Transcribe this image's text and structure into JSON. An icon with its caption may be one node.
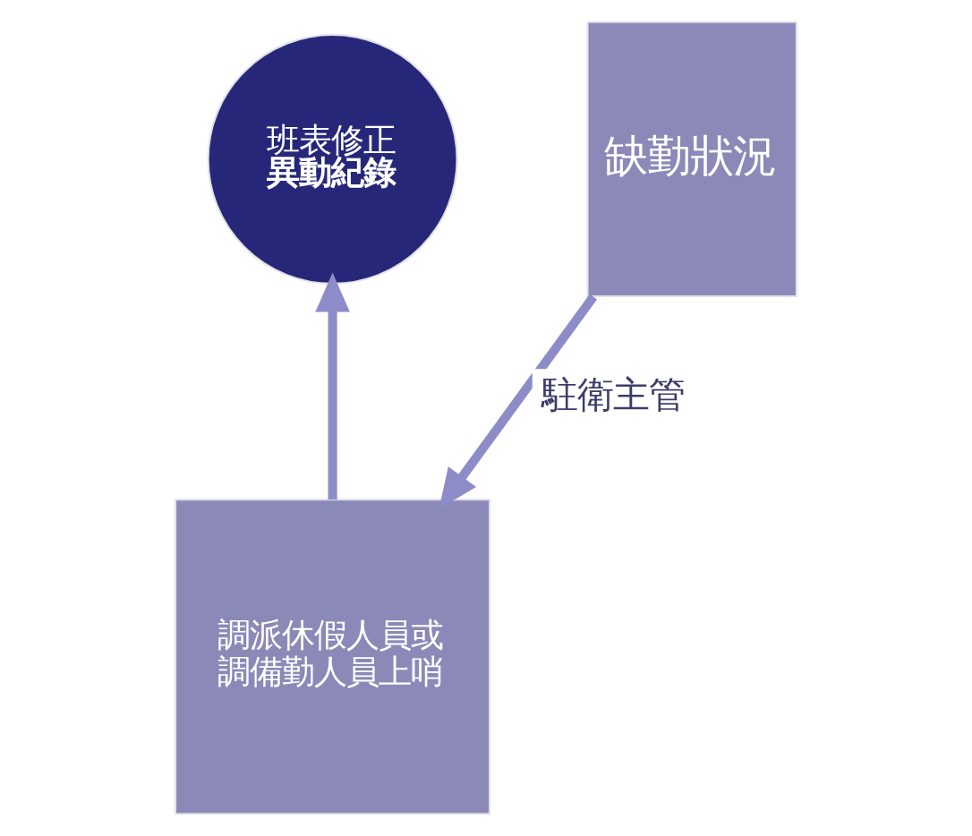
{
  "diagram": {
    "nodes": [
      {
        "text": [
          "班表修正",
          "異動紀錄"
        ]
      },
      {
        "text": [
          "缺勤狀況"
        ]
      },
      {
        "text": [
          "調派休假人員或調備勤人員上哨"
        ]
      }
    ],
    "edges": [
      {
        "from": 1,
        "to": 2,
        "arrow": "to",
        "label": "駐衛主管"
      },
      {
        "from": 2,
        "to": 0,
        "arrow": "to"
      }
    ]
  }
}
